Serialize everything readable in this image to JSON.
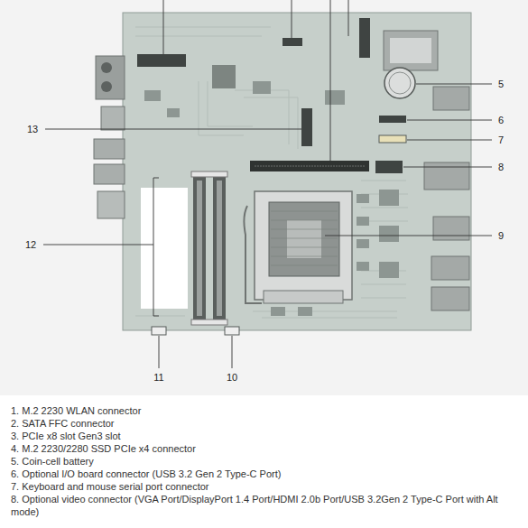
{
  "diagram": {
    "labels": [
      "5",
      "6",
      "13",
      "7",
      "8",
      "9",
      "12",
      "11",
      "10",
      "1. M.2 2230 WLAN connector",
      "2. SATA FFC connector",
      "3. PCIe x8 slot Gen3 slot",
      "4. M.2 2230/2280 SSD PCIe x4 connector",
      "5. Coin-cell battery",
      "6. Optional I/O board connector (USB 3.2 Gen 2 Type-C Port)",
      "7. Keyboard and mouse serial port connector",
      "8. Optional video connector (VGA Port/DisplayPort 1.4 Port/HDMI 2.0b Port/USB 3.2Gen 2 Type-C Port with Alt mode)"
    ]
  }
}
